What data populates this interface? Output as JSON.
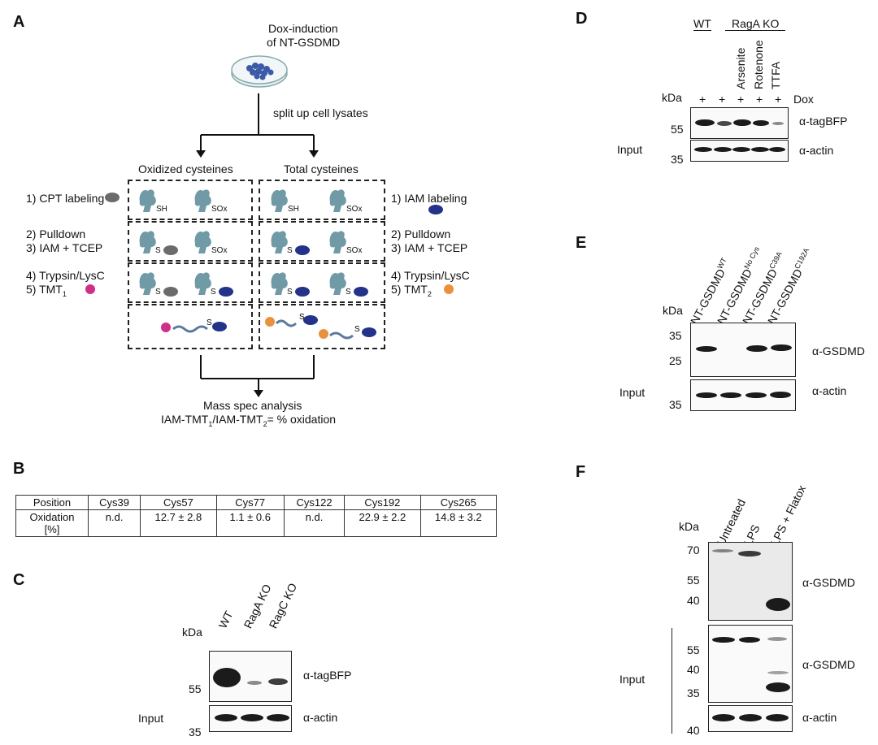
{
  "panels": {
    "a": "A",
    "b": "B",
    "c": "C",
    "d": "D",
    "e": "E",
    "f": "F"
  },
  "panelA": {
    "top_text_1": "Dox-induction",
    "top_text_2": "of NT-GSDMD",
    "split": "split up cell lysates",
    "col_left": "Oxidized cysteines",
    "col_right": "Total cysteines",
    "step1_left": "1) CPT labeling",
    "step23_left_a": "2) Pulldown",
    "step23_left_b": "3) IAM + TCEP",
    "step45_left_a": "4) Trypsin/LysC",
    "step45_left_b": "5) TMT",
    "step45_left_sub": "1",
    "step1_right": "1) IAM labeling",
    "step23_right_a": "2) Pulldown",
    "step23_right_b": "3) IAM + TCEP",
    "step45_right_a": "4) Trypsin/LysC",
    "step45_right_b": "5) TMT",
    "step45_right_sub": "2",
    "sh": "SH",
    "sox": "SOx",
    "s": "S",
    "bottom_1": "Mass spec analysis",
    "bottom_2a": "IAM-TMT",
    "bottom_2_sub1": "1",
    "bottom_2b": "/IAM-TMT",
    "bottom_2_sub2": "2",
    "bottom_2c": "= % oxidation",
    "colors": {
      "grey_tag": "#6b6b6b",
      "navy_tag": "#23338a",
      "pink_tmt": "#cf2f86",
      "orange_tmt": "#e8923e",
      "protein": "#6f9aa6"
    }
  },
  "panelB": {
    "headers": [
      "Position",
      "Cys39",
      "Cys57",
      "Cys77",
      "Cys122",
      "Cys192",
      "Cys265"
    ],
    "row_label_1": "Oxidation",
    "row_label_2": "[%]",
    "values": [
      "n.d.",
      "12.7 ± 2.8",
      "1.1 ± 0.6",
      "n.d.",
      "22.9 ± 2.2",
      "14.8 ± 3.2"
    ]
  },
  "panelC": {
    "lanes": [
      "WT",
      "RagA KO",
      "RagC KO"
    ],
    "kda": "kDa",
    "mw_top": "55",
    "mw_bottom": "35",
    "ab_top": "α-tagBFP",
    "ab_bottom": "α-actin",
    "input": "Input"
  },
  "panelD": {
    "group_wt": "WT",
    "group_raga": "RagA KO",
    "lanes": [
      "Arsenite",
      "Rotenone",
      "TTFA"
    ],
    "kda": "kDa",
    "plus": "+",
    "dox": "Dox",
    "mw_top": "55",
    "mw_bottom": "35",
    "ab_top": "α-tagBFP",
    "ab_bottom": "α-actin",
    "input": "Input"
  },
  "panelE": {
    "lanes": [
      {
        "base": "NT-GSDMD",
        "sup": "WT"
      },
      {
        "base": "NT-GSDMD",
        "sup": "No Cys"
      },
      {
        "base": "NT-GSDMD",
        "sup": "C39A"
      },
      {
        "base": "NT-GSDMD",
        "sup": "C192A"
      }
    ],
    "kda": "kDa",
    "mw": [
      "35",
      "25",
      "35"
    ],
    "ab_top": "α-GSDMD",
    "ab_bottom": "α-actin",
    "input": "Input"
  },
  "panelF": {
    "lanes": [
      "Untreated",
      "LPS",
      "LPS + Flatox"
    ],
    "kda": "kDa",
    "mw_top": [
      "70",
      "55",
      "40"
    ],
    "mw_mid": [
      "55",
      "40",
      "35"
    ],
    "mw_bottom": "40",
    "ab_1": "α-GSDMD",
    "ab_2": "α-GSDMD",
    "ab_3": "α-actin",
    "input": "Input"
  }
}
